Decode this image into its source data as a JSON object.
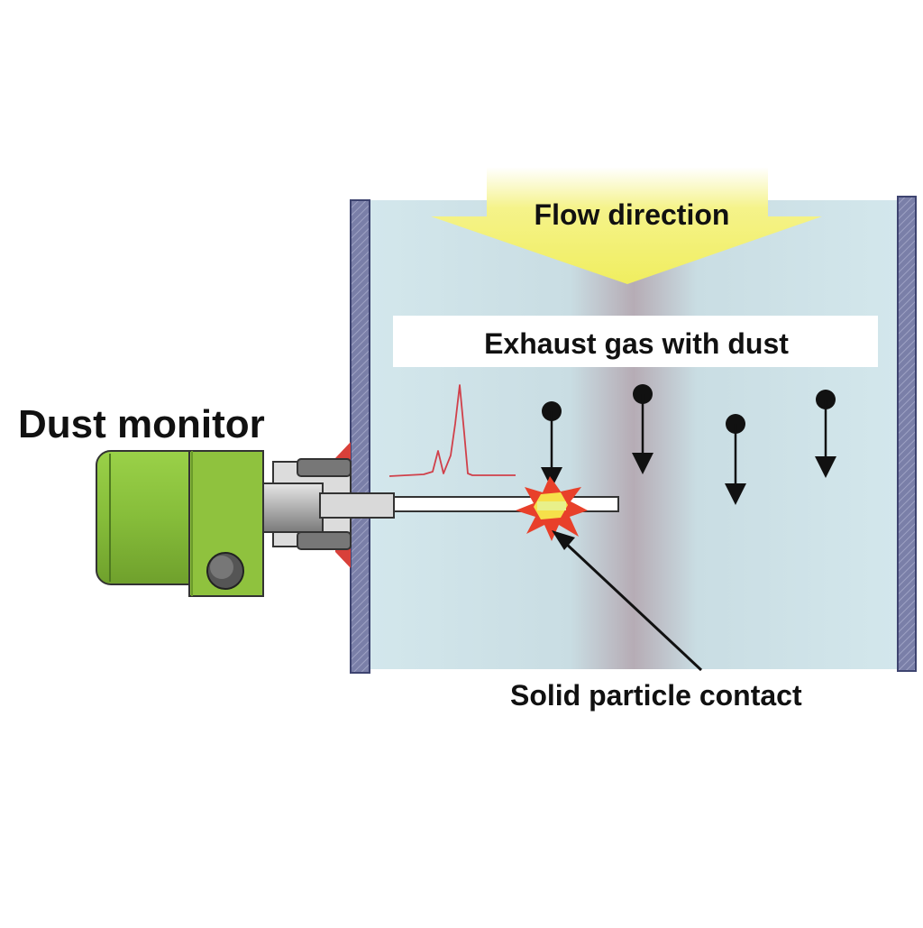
{
  "labels": {
    "flow_direction": "Flow direction",
    "exhaust_gas": "Exhaust gas with dust",
    "dust_monitor": "Dust monitor",
    "particle_contact": "Solid particle contact"
  },
  "colors": {
    "duct_fill": "#d2e5ea",
    "duct_center": "#b8aeb6",
    "duct_wall": "#7a7fa8",
    "flow_arrow": "#f3f170",
    "sensor_body": "#8fc23e",
    "sensor_cap": "#a4d04f",
    "signal_line": "#d0404a",
    "impact_burst": "#e8402a",
    "impact_core": "#f6e04a",
    "particle": "#111111"
  },
  "icons": {
    "particle": "falling-dust-particle-icon",
    "impact": "impact-burst-icon",
    "signal": "signal-waveform-icon"
  }
}
